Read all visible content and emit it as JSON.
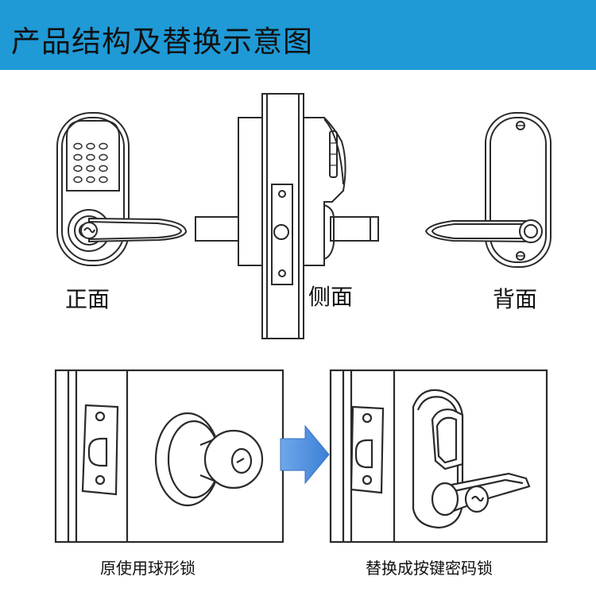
{
  "header": {
    "title": "产品结构及替换示意图"
  },
  "views": {
    "front_label": "正面",
    "side_label": "侧面",
    "back_label": "背面"
  },
  "replacement": {
    "before_caption": "原使用球形锁",
    "after_caption": "替换成按键密码锁"
  },
  "colors": {
    "banner": "#1f9ad6",
    "arrow": "#4a90e2",
    "line": "#2a2a2a"
  },
  "icons": [
    "front-lock-view",
    "side-lock-view",
    "back-lock-view",
    "knob-lock-illustration",
    "arrow-right-icon",
    "keypad-lever-lock-illustration"
  ]
}
